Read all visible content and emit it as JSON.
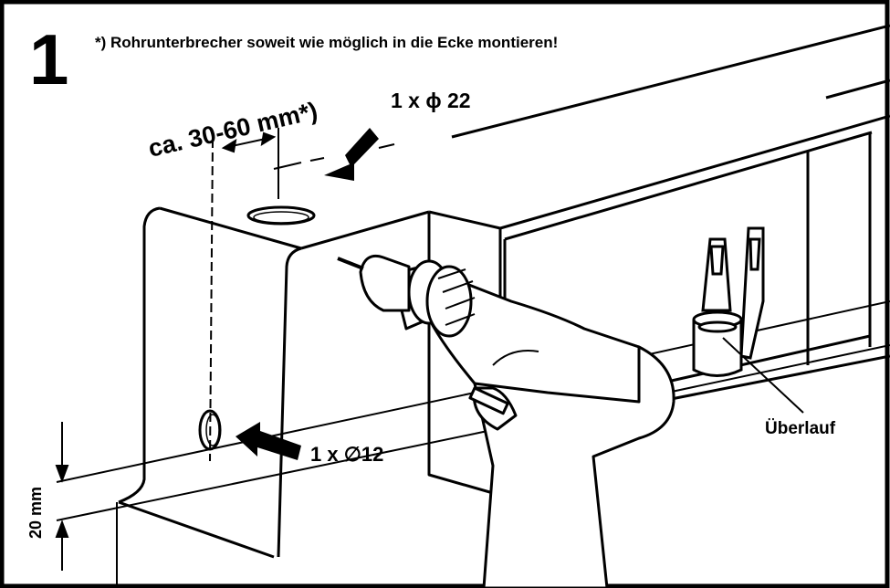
{
  "step": {
    "number": "1",
    "note": "*) Rohrunterbrecher soweit wie möglich in die Ecke montieren!"
  },
  "labels": {
    "distance": "ca. 30-60 mm*)",
    "hole_top": "1 x ϕ 22",
    "hole_front": "1 x ∅12",
    "overflow": "Überlauf",
    "height": "20 mm"
  }
}
